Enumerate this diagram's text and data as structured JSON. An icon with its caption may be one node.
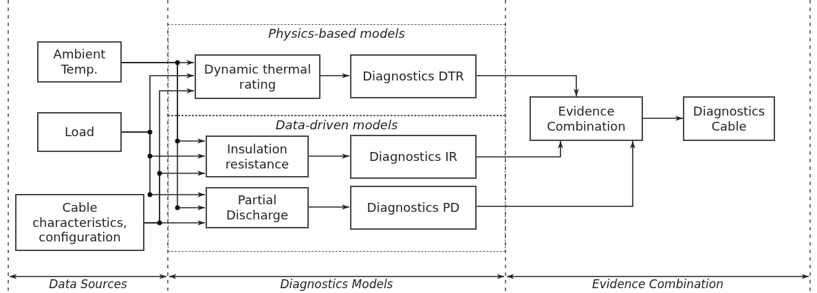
{
  "diagram": {
    "nodes": [
      {
        "text": [
          "Ambient Temp."
        ]
      },
      {
        "text": [
          "Load"
        ]
      },
      {
        "text": [
          "Cable characteristics, configuration"
        ]
      },
      {
        "text": [
          "Physics-based models"
        ]
      },
      {
        "text": [
          "Dynamic thermal rating"
        ],
        "in": 3
      },
      {
        "text": [
          "Diagnostics DTR"
        ],
        "in": 3
      },
      {
        "text": [
          "Data-driven models"
        ]
      },
      {
        "text": [
          "Insulation resistance"
        ],
        "in": 6
      },
      {
        "text": [
          "Diagnostics IR"
        ],
        "in": 6
      },
      {
        "text": [
          "Partial Discharge"
        ],
        "in": 6
      },
      {
        "text": [
          "Diagnostics PD"
        ],
        "in": 6
      },
      {
        "text": [
          "Evidence Combination"
        ]
      },
      {
        "text": [
          "Diagnostics Cable"
        ]
      }
    ],
    "edges": [
      {
        "from": 0,
        "to": 4,
        "arrow": "to"
      },
      {
        "from": 0,
        "to": 7,
        "arrow": "to"
      },
      {
        "from": 0,
        "to": 9,
        "arrow": "to"
      },
      {
        "from": 1,
        "to": 4,
        "arrow": "to"
      },
      {
        "from": 1,
        "to": 7,
        "arrow": "to"
      },
      {
        "from": 1,
        "to": 9,
        "arrow": "to"
      },
      {
        "from": 2,
        "to": 4,
        "arrow": "to"
      },
      {
        "from": 2,
        "to": 7,
        "arrow": "to"
      },
      {
        "from": 2,
        "to": 9,
        "arrow": "to"
      },
      {
        "from": 4,
        "to": 5,
        "arrow": "to"
      },
      {
        "from": 7,
        "to": 8,
        "arrow": "to"
      },
      {
        "from": 9,
        "to": 10,
        "arrow": "to"
      },
      {
        "from": 5,
        "to": 11,
        "arrow": "to"
      },
      {
        "from": 8,
        "to": 11,
        "arrow": "to"
      },
      {
        "from": 10,
        "to": 11,
        "arrow": "to"
      },
      {
        "from": 11,
        "to": 12,
        "arrow": "to"
      }
    ],
    "labels": [
      "Data Sources",
      "Diagnostics Models",
      "Evidence Combination"
    ]
  }
}
